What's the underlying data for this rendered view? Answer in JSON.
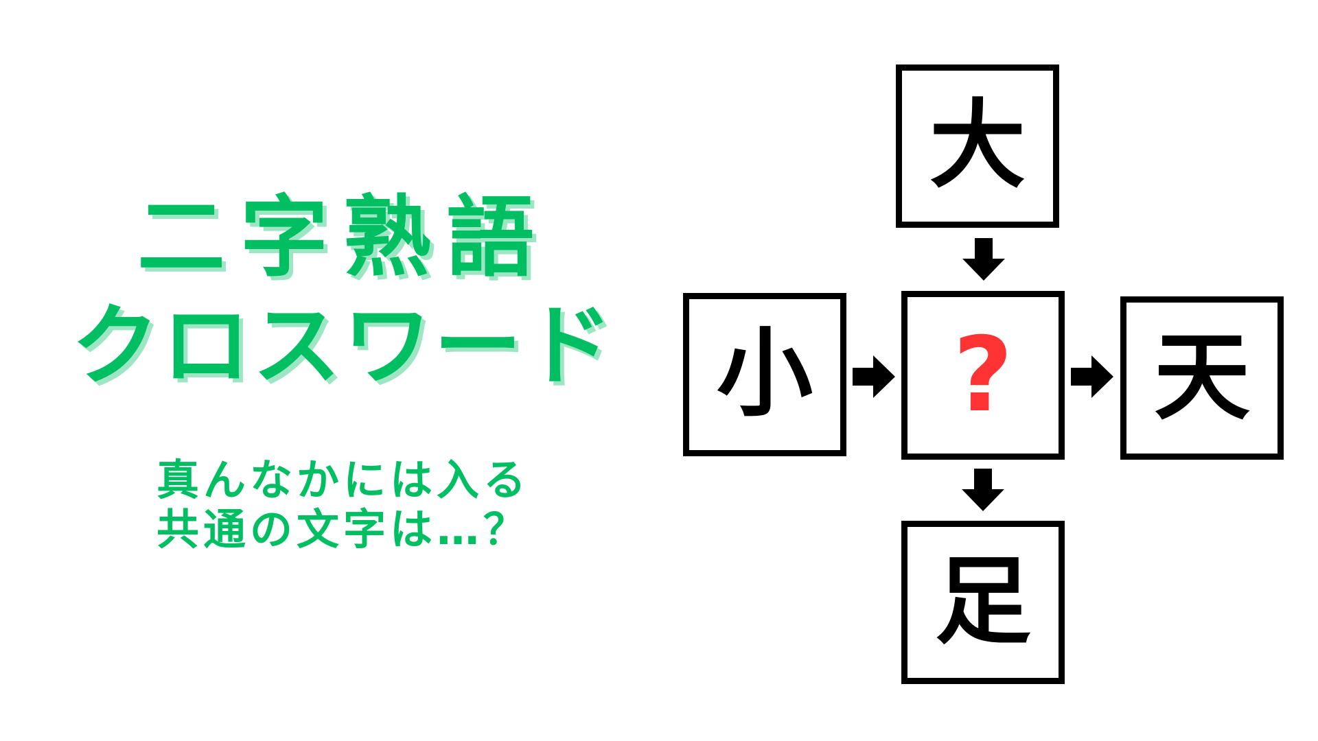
{
  "title": {
    "line1": "二字熟語",
    "line2": "クロスワード"
  },
  "subtitle": {
    "line1": "真んなかには入る",
    "line2": "共通の文字は…？"
  },
  "puzzle": {
    "top": "大",
    "left": "小",
    "center": "?",
    "right": "天",
    "bottom": "足"
  },
  "colors": {
    "title": "#00bf63",
    "title_shadow": "#9ee6c3",
    "question_mark": "#ff3333",
    "border": "#000000"
  },
  "icons": [
    "arrow-down-icon",
    "arrow-right-icon",
    "arrow-right-icon",
    "arrow-down-icon"
  ]
}
